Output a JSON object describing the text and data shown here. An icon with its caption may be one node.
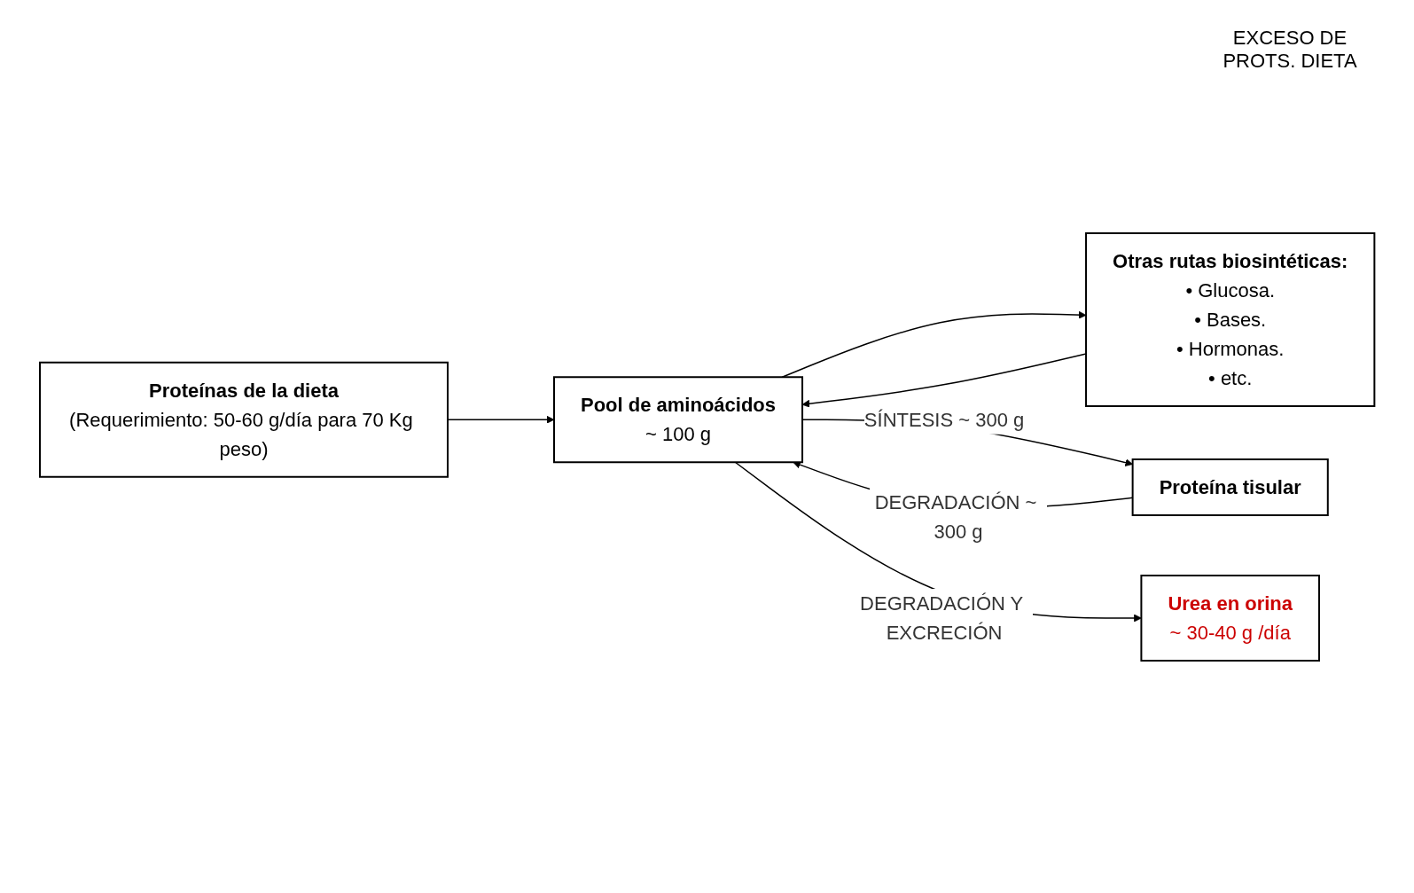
{
  "diagram": {
    "nodes": [
      {
        "text": [
          "Proteínas de la dieta",
          "(Requerimiento: 50-60 g/día para 70 Kg peso)"
        ]
      },
      {
        "text": [
          "Otras rutas biosintéticas:",
          "• Glucosa.",
          "• Bases.",
          "• Hormonas.",
          "• etc."
        ]
      },
      {
        "text": [
          "Pool de aminoácidos",
          "~ 100 g"
        ]
      },
      {
        "text": [
          "Proteína tisular"
        ]
      },
      {
        "text": [
          "Urea en orina",
          "~ 30-40 g /día"
        ]
      }
    ],
    "edges": [
      {
        "from": 0,
        "to": 2,
        "arrow": "to"
      },
      {
        "from": 1,
        "to": 2,
        "arrow": "to"
      },
      {
        "from": 2,
        "to": 1,
        "arrow": "to"
      },
      {
        "from": 2,
        "to": 3,
        "arrow": "to",
        "label": "SÍNTESIS ~ 300 g"
      },
      {
        "from": 3,
        "to": 2,
        "arrow": "to",
        "label": "DEGRADACIÓN ~ 300 g"
      },
      {
        "from": 2,
        "to": 4,
        "arrow": "to",
        "label": "DEGRADACIÓN Y EXCRECIÓN"
      }
    ],
    "labels": [
      "EXCESO DE PROTS. DIETA"
    ]
  }
}
